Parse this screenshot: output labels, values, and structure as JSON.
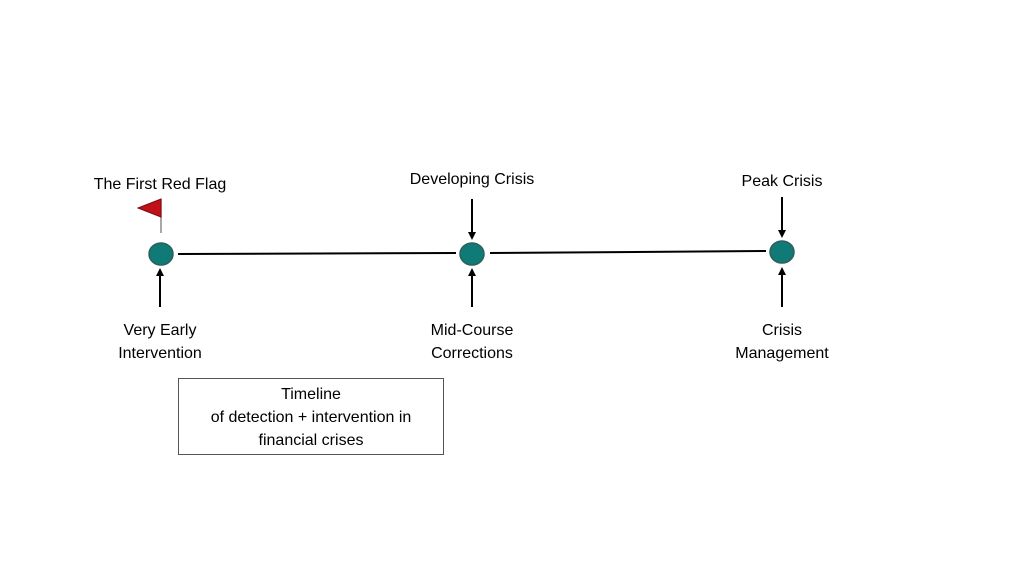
{
  "colors": {
    "node": "#0f7a76",
    "node_stroke": "#2d5f5d",
    "flag": "#c0101a",
    "line": "#000000"
  },
  "timeline": {
    "top_labels": {
      "first": "The First Red Flag",
      "second": "Developing Crisis",
      "third": "Peak Crisis"
    },
    "bottom_labels": {
      "first": [
        "Very Early",
        "Intervention"
      ],
      "second": [
        "Mid-Course",
        "Corrections"
      ],
      "third": [
        "Crisis",
        "Management"
      ]
    },
    "caption": [
      "Timeline",
      "of detection + intervention in",
      "financial crises"
    ]
  }
}
